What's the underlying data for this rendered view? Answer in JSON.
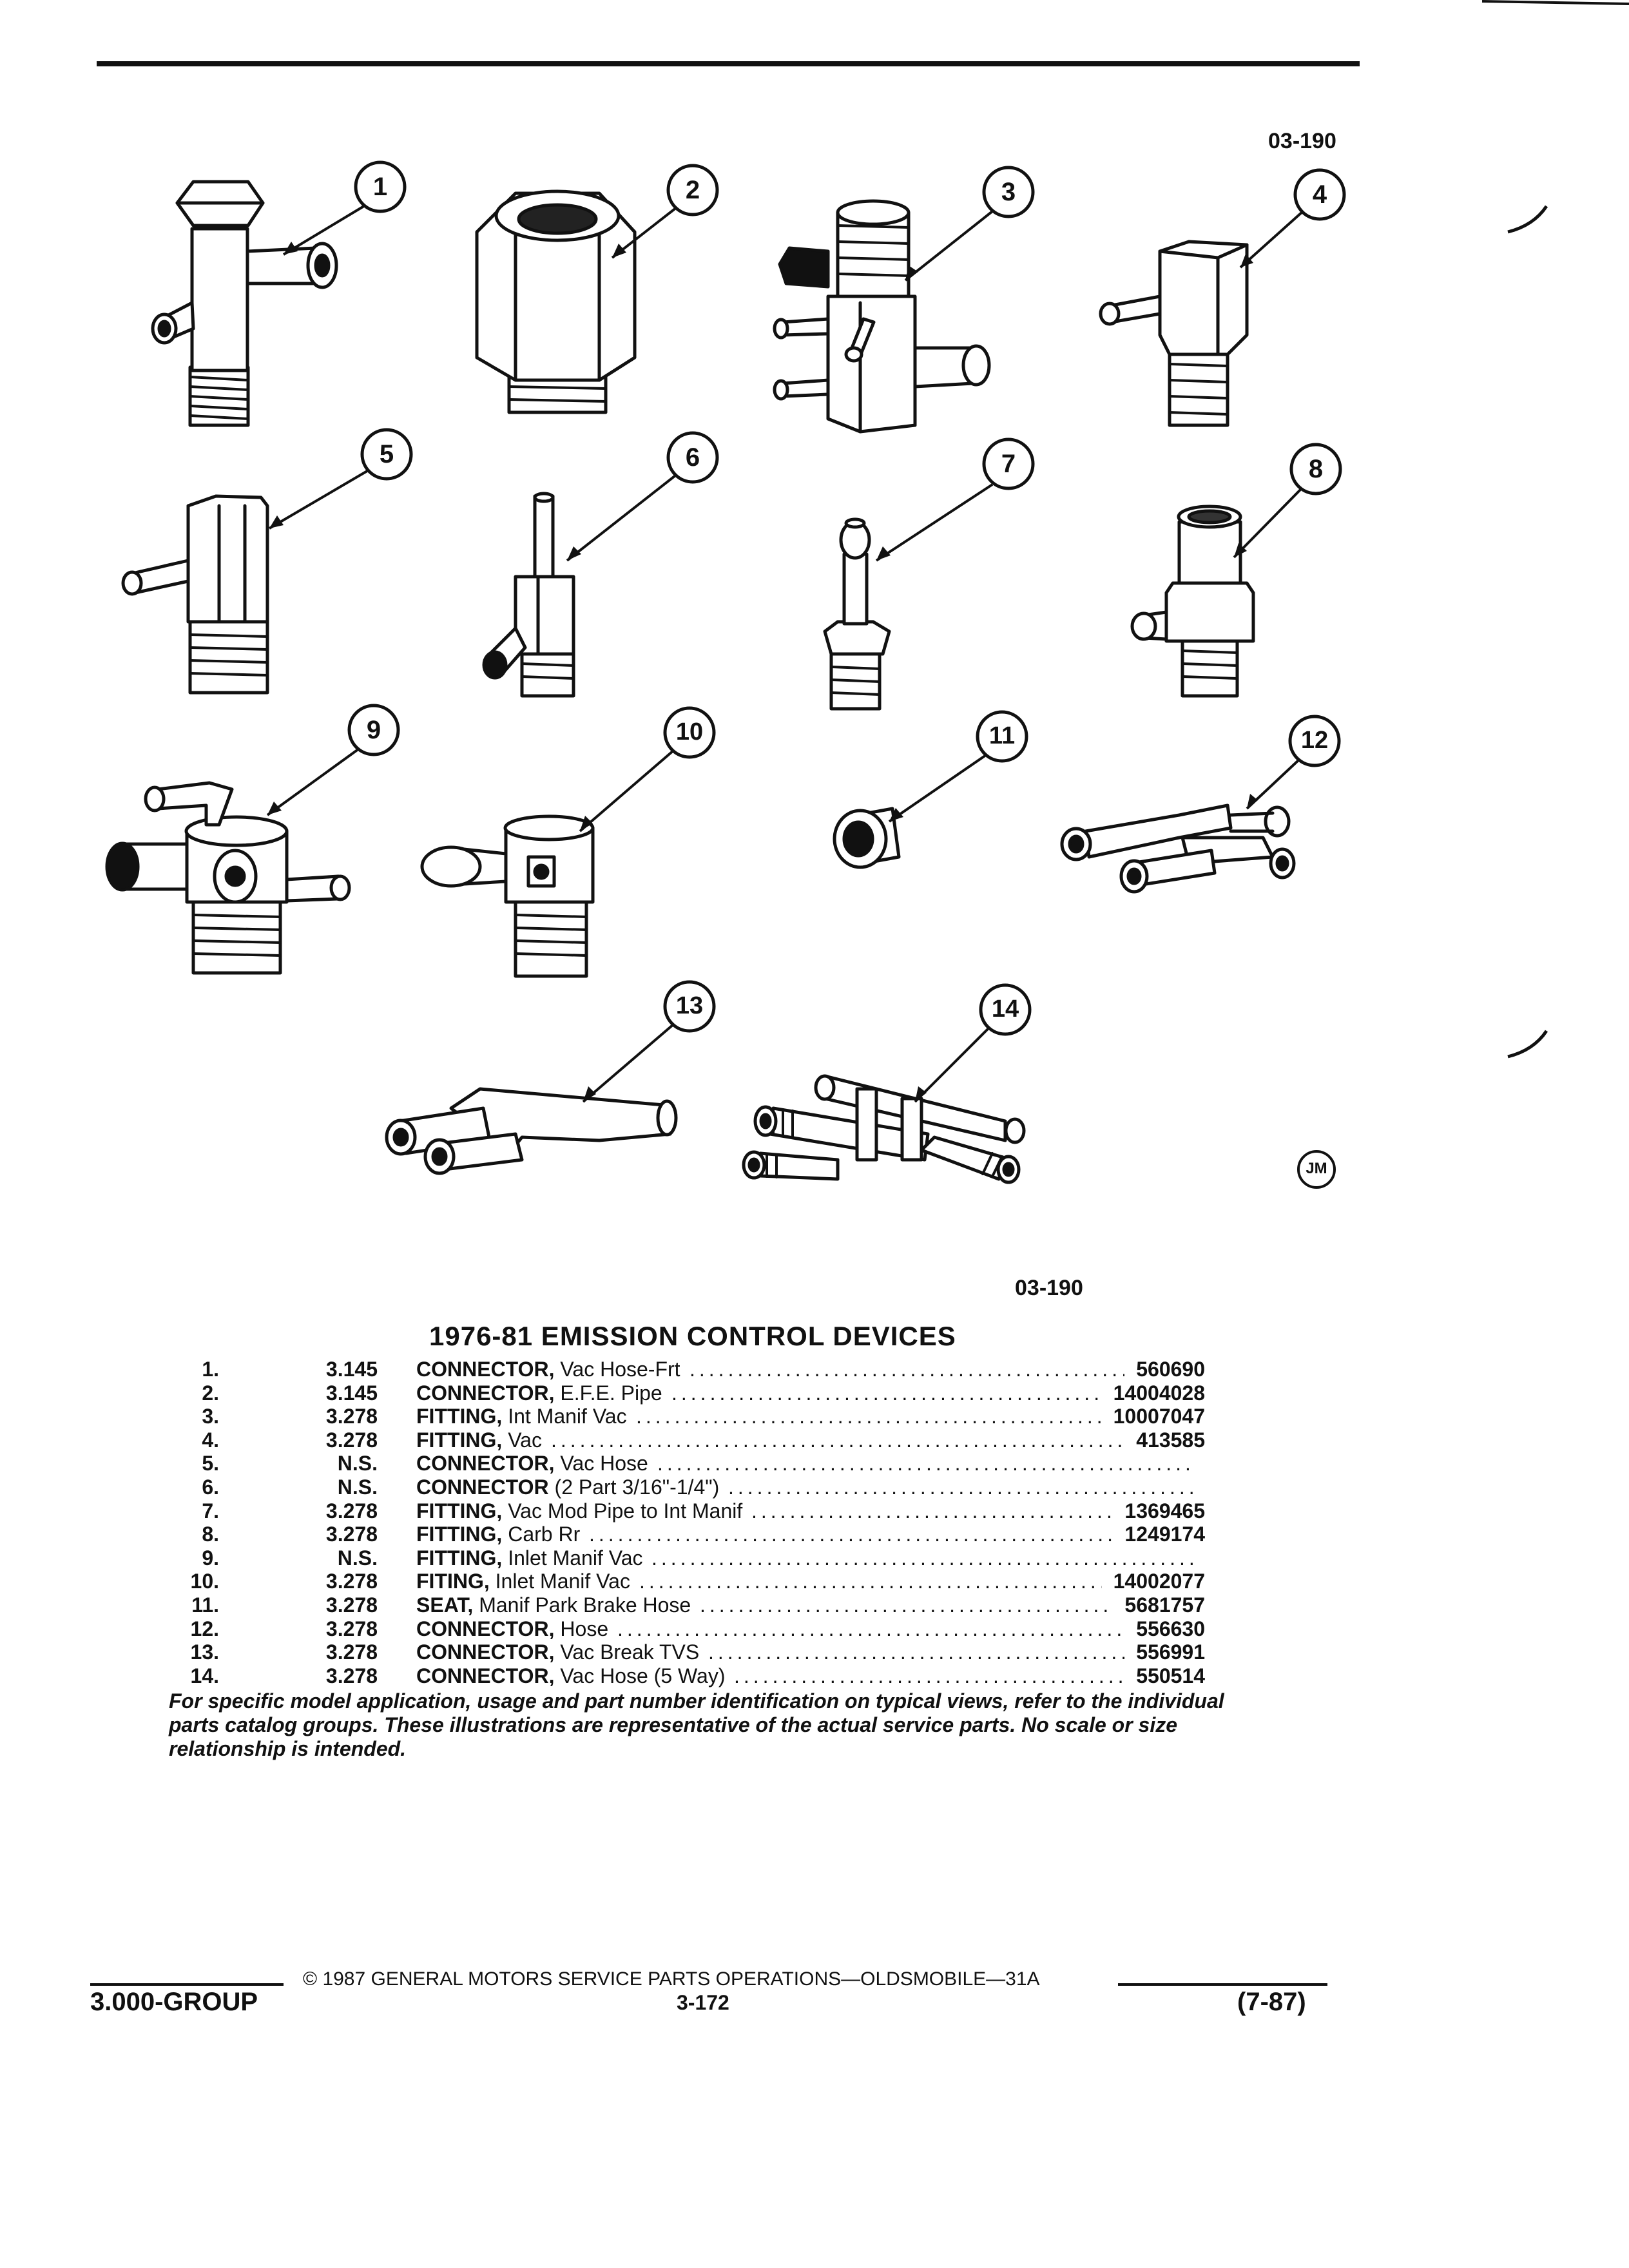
{
  "figure": {
    "id_top": "03-190",
    "id_bottom": "03-190",
    "callouts": [
      "1",
      "2",
      "3",
      "4",
      "5",
      "6",
      "7",
      "8",
      "9",
      "10",
      "11",
      "12",
      "13",
      "14"
    ],
    "artist_mark": "JM"
  },
  "section_title": "1976-81 EMISSION CONTROL DEVICES",
  "parts": [
    {
      "num": "1.",
      "group": "3.145",
      "name": "CONNECTOR,",
      "desc": "Vac Hose-Frt",
      "part_no": "560690"
    },
    {
      "num": "2.",
      "group": "3.145",
      "name": "CONNECTOR,",
      "desc": "E.F.E. Pipe",
      "part_no": "14004028"
    },
    {
      "num": "3.",
      "group": "3.278",
      "name": "FITTING,",
      "desc": "Int Manif Vac",
      "part_no": "10007047"
    },
    {
      "num": "4.",
      "group": "3.278",
      "name": "FITTING,",
      "desc": "Vac",
      "part_no": "413585"
    },
    {
      "num": "5.",
      "group": "N.S.",
      "name": "CONNECTOR,",
      "desc": "Vac Hose",
      "part_no": ""
    },
    {
      "num": "6.",
      "group": "N.S.",
      "name": "CONNECTOR",
      "desc": "(2 Part 3/16\"-1/4\")",
      "part_no": ""
    },
    {
      "num": "7.",
      "group": "3.278",
      "name": "FITTING,",
      "desc": "Vac Mod Pipe to Int Manif",
      "part_no": "1369465"
    },
    {
      "num": "8.",
      "group": "3.278",
      "name": "FITTING,",
      "desc": "Carb Rr",
      "part_no": "1249174"
    },
    {
      "num": "9.",
      "group": "N.S.",
      "name": "FITTING,",
      "desc": "Inlet Manif Vac",
      "part_no": ""
    },
    {
      "num": "10.",
      "group": "3.278",
      "name": "FITING,",
      "desc": "Inlet Manif Vac",
      "part_no": "14002077"
    },
    {
      "num": "11.",
      "group": "3.278",
      "name": "SEAT,",
      "desc": "Manif Park Brake Hose",
      "part_no": "5681757"
    },
    {
      "num": "12.",
      "group": "3.278",
      "name": "CONNECTOR,",
      "desc": "Hose",
      "part_no": "556630"
    },
    {
      "num": "13.",
      "group": "3.278",
      "name": "CONNECTOR,",
      "desc": "Vac Break TVS",
      "part_no": "556991"
    },
    {
      "num": "14.",
      "group": "3.278",
      "name": "CONNECTOR,",
      "desc": "Vac Hose (5 Way)",
      "part_no": "550514"
    }
  ],
  "note": "For specific model application, usage and part number identification on typical views, refer to the individual parts catalog groups. These illustrations are representative of the actual service parts. No scale or size relationship is intended.",
  "footer": {
    "copyright": "© 1987 GENERAL MOTORS SERVICE PARTS OPERATIONS—OLDSMOBILE—31A",
    "group": "3.000-GROUP",
    "page": "3-172",
    "date": "(7-87)"
  }
}
